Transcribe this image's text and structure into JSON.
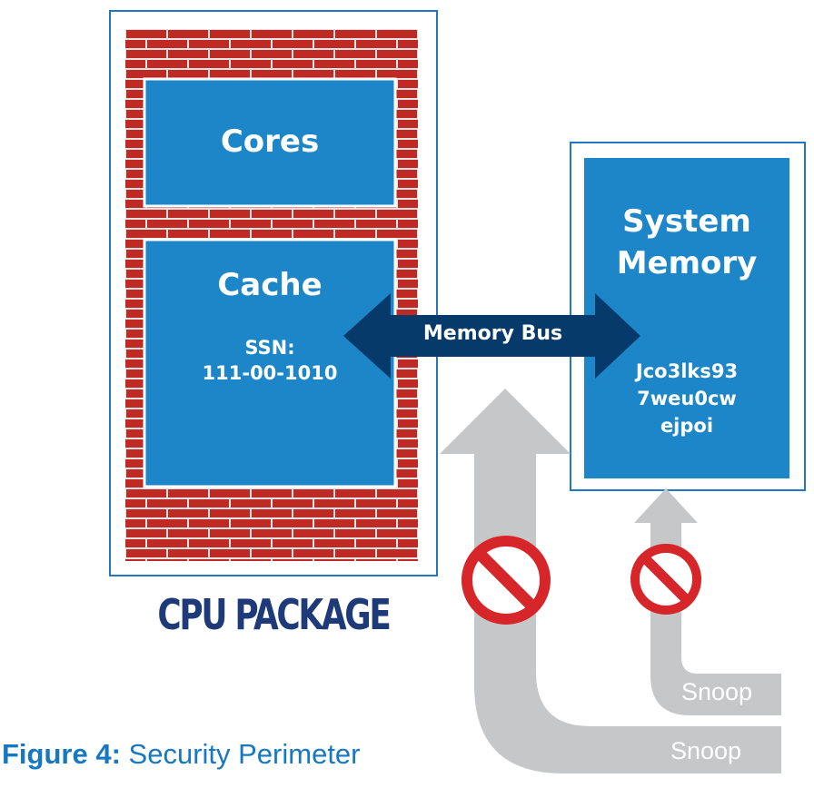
{
  "cpu_package": {
    "label": "CPU PACKAGE",
    "cores_label": "Cores",
    "cache_label": "Cache",
    "cache_data_line1": "SSN:",
    "cache_data_line2": "111-00-1010"
  },
  "system_memory": {
    "title_line1": "System",
    "title_line2": "Memory",
    "data_line1": "Jco3lks93",
    "data_line2": "7weu0cw",
    "data_line3": "ejpoi"
  },
  "memory_bus": {
    "label": "Memory Bus"
  },
  "snoop_paths": [
    {
      "label": "Snoop"
    },
    {
      "label": "Snoop"
    }
  ],
  "caption": {
    "prefix": "Figure 4:",
    "text": "Security Perimeter"
  },
  "colors": {
    "brick": "#bf2a25",
    "mortar": "#e4e4e4",
    "box_blue": "#1c86c9",
    "outline_blue": "#2277c3",
    "bus_navy": "#063a6b",
    "arrow_gray": "#c6c7c8",
    "blocked_red": "#d7262a",
    "label_navy": "#1f3a78"
  },
  "icons": [
    "no-entry-icon",
    "no-entry-icon"
  ]
}
